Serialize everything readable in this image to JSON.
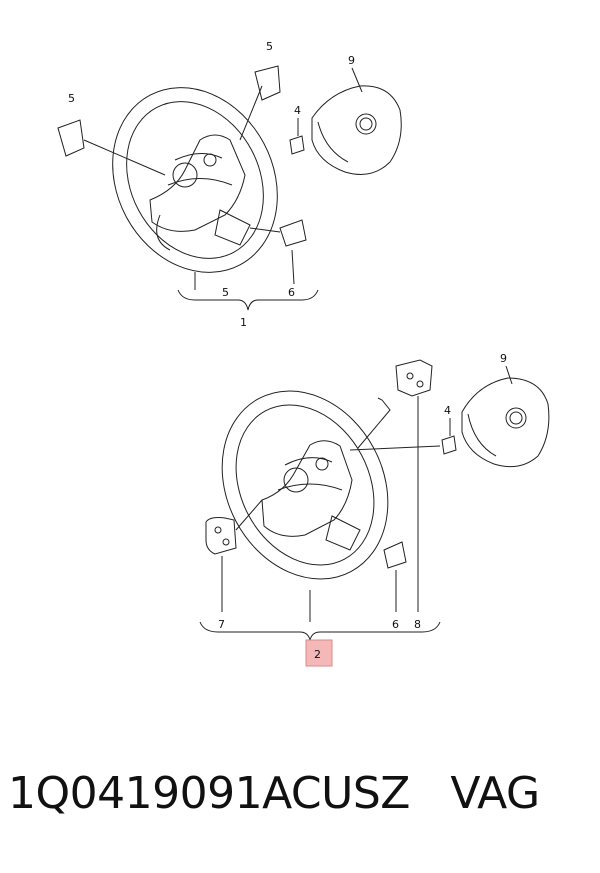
{
  "callouts_top": {
    "c5a": "5",
    "c9": "9",
    "c5b": "5",
    "c4": "4",
    "c5_bottom": "5",
    "c6_bottom": "6",
    "c1": "1"
  },
  "callouts_bottom": {
    "c9": "9",
    "c4": "4",
    "c7": "7",
    "c6": "6",
    "c8": "8",
    "c2": "2"
  },
  "highlight_color": "#f4b8b8",
  "footer": {
    "part_number": "1Q0419091ACUSZ",
    "brand": "VAG"
  }
}
